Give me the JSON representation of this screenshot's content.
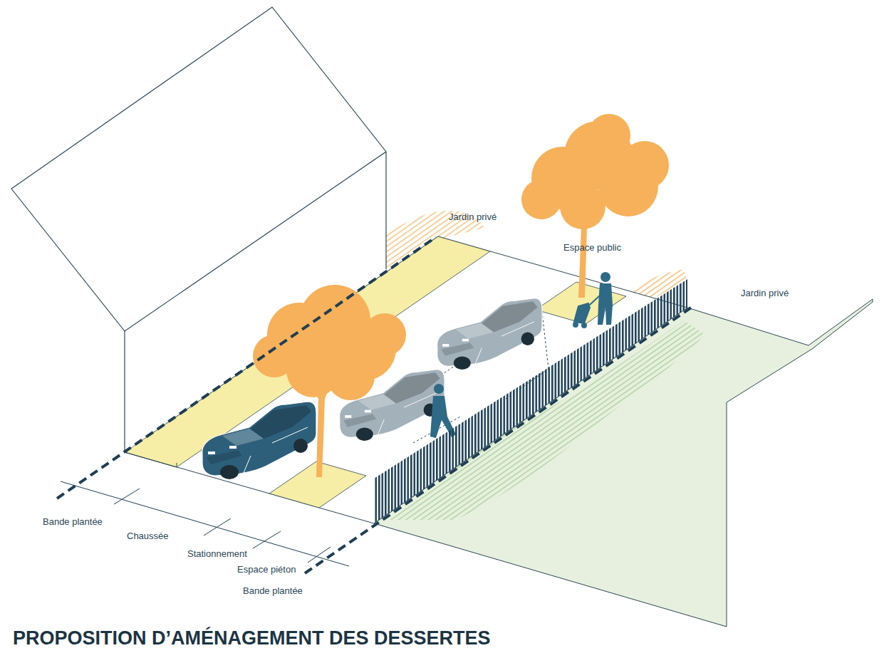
{
  "diagram": {
    "title": "PROPOSITION D’AMÉNAGEMENT DES DESSERTES",
    "labels": [
      "Jardin privé",
      "Espace public",
      "Jardin privé",
      "Bande plantée",
      "Chaussée",
      "Stationnement",
      "Espace piéton",
      "Bande plantée"
    ]
  }
}
